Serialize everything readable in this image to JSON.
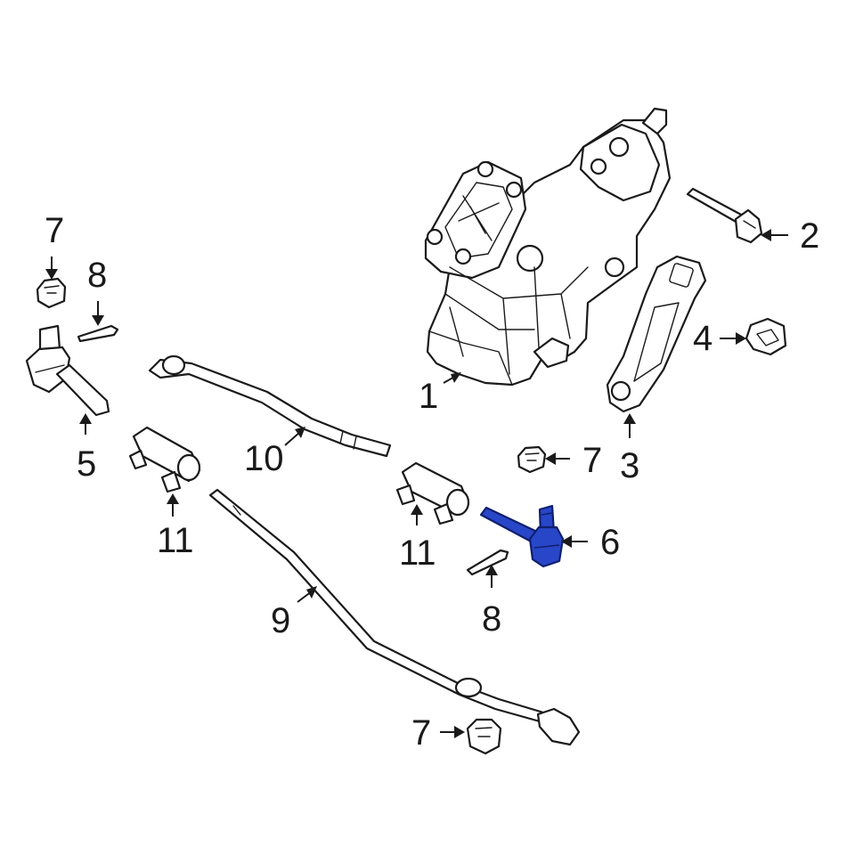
{
  "colors": {
    "highlight": "#2846c8",
    "line": "#1a1a1a",
    "background": "#ffffff"
  },
  "callouts": {
    "steering_gear": "1",
    "pitman_bolt": "2",
    "pitman_arm": "3",
    "pitman_nut": "4",
    "tie_rod_end_left": "5",
    "tie_rod_end_right": "6",
    "castle_nut_left": "7",
    "castle_nut_right": "7",
    "castle_nut_bottom": "7",
    "castle_nut_top_label": "7",
    "cotter_pin_left": "8",
    "cotter_pin_right": "8",
    "drag_link": "9",
    "tie_rod_tube": "10",
    "adjuster_sleeve_left": "11",
    "adjuster_sleeve_right": "11"
  },
  "highlighted_part": "6"
}
